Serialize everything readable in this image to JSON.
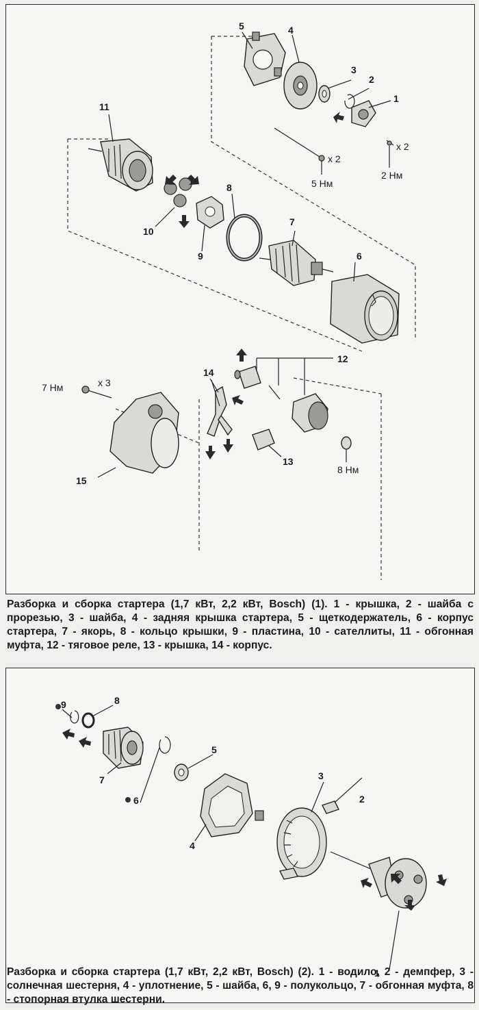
{
  "figure1": {
    "labels": [
      "1",
      "2",
      "3",
      "4",
      "5",
      "6",
      "7",
      "8",
      "9",
      "10",
      "11",
      "12",
      "13",
      "14",
      "15"
    ],
    "qty": {
      "cover_screws": "x 2",
      "bolts": "x 2",
      "mount_bolts": "x 3"
    },
    "torques": {
      "t5": "5 Нм",
      "t2": "2 Нм",
      "t7": "7 Нм",
      "t8": "8 Нм"
    },
    "caption": "Разборка и сборка стартера (1,7 кВт, 2,2 кВт, Bosch) (1). 1 - крышка, 2 - шайба с прорезью, 3 - шайба, 4 - задняя крышка стартера, 5 - щеткодержатель, 6 - корпус стартера, 7 - якорь, 8 - кольцо крышки, 9 - пластина, 10 - сателлиты, 11 - обгонная муфта, 12 - тяговое реле, 13 - крышка, 14 - корпус."
  },
  "figure2": {
    "labels": [
      "1",
      "2",
      "3",
      "4",
      "5",
      "6",
      "7",
      "8",
      "9"
    ],
    "caption": "Разборка и сборка стартера (1,7 кВт, 2,2 кВт, Bosch) (2). 1 - водило, 2 - демпфер, 3 - солнечная шестерня, 4 - уплотнение, 5 - шайба, 6, 9 - полукольцо, 7 - обгонная муфта, 8 - стопорная втулка шестерни."
  }
}
